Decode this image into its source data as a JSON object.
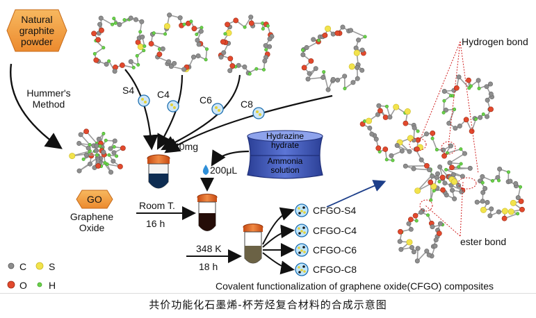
{
  "inputs": {
    "natural_graphite": "Natural graphite powder",
    "hummers_method": "Hummer's Method"
  },
  "graphene_oxide": {
    "badge": "GO",
    "label": "Graphene Oxide"
  },
  "linkers": [
    "S4",
    "C4",
    "C6",
    "C8"
  ],
  "amounts": {
    "mass": "40mg",
    "volume": "200μL"
  },
  "reagent_drum": {
    "top": "Hydrazine hydrate",
    "bottom": "Ammonia solution"
  },
  "conditions": {
    "step1_temp": "Room T.",
    "step1_time": "16 h",
    "step2_temp": "348 K",
    "step2_time": "18 h"
  },
  "products": [
    "CFGO-S4",
    "CFGO-C4",
    "CFGO-C6",
    "CFGO-C8"
  ],
  "bond_labels": {
    "hydrogen": "Hydrogen bond",
    "ester": "ester bond"
  },
  "composite_caption": "Covalent functionalization of graphene oxide(CFGO) composites",
  "legend": [
    {
      "symbol": "C",
      "color": "#8e8e8e"
    },
    {
      "symbol": "S",
      "color": "#f2e34c"
    },
    {
      "symbol": "O",
      "color": "#e2492d"
    },
    {
      "symbol": "H",
      "color": "#6bd14a"
    }
  ],
  "figure_caption": "共价功能化石墨烯-杯芳烃复合材料的合成示意图",
  "colors": {
    "hexagon_fill": "#f3a24a",
    "drum_fill": "#3d55b4",
    "drop": "#2f8fd8"
  }
}
